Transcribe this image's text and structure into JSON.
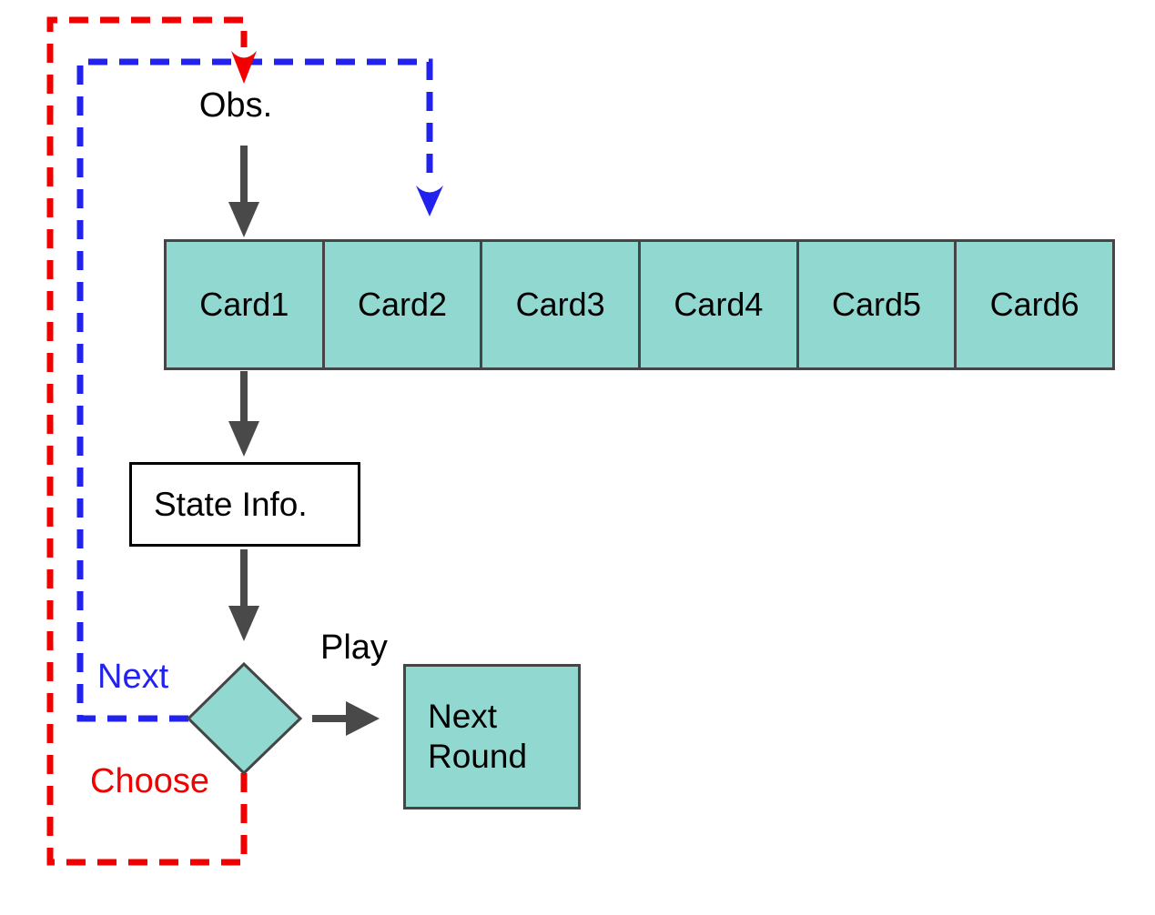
{
  "diagram": {
    "obs_label": "Obs.",
    "cards": [
      {
        "label": "Card1"
      },
      {
        "label": "Card2"
      },
      {
        "label": "Card3"
      },
      {
        "label": "Card4"
      },
      {
        "label": "Card5"
      },
      {
        "label": "Card6"
      }
    ],
    "state_info_label": "State Info.",
    "play_label": "Play",
    "next_label": "Next",
    "choose_label": "Choose",
    "next_round_label": "Next Round",
    "colors": {
      "node_fill": "#90D8D0",
      "node_border": "#454545",
      "arrow_gray": "#494949",
      "loop_red": "#F20000",
      "loop_blue": "#2222EE",
      "state_info_border": "#000000"
    }
  }
}
